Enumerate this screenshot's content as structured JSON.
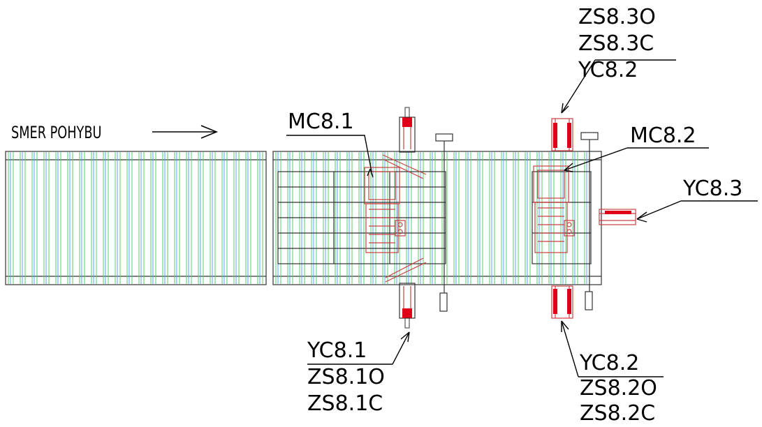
{
  "direction_label": "SMER POHYBU",
  "labels": {
    "mc81": "MC8.1",
    "mc82": "MC8.2",
    "yc83": "YC8.3",
    "top_right": [
      "ZS8.3O",
      "ZS8.3C",
      "YC8.2"
    ],
    "bottom_center": [
      "YC8.1",
      "ZS8.1O",
      "ZS8.1C"
    ],
    "bottom_right": [
      "YC8.2",
      "ZS8.2O",
      "ZS8.2C"
    ]
  },
  "colors": {
    "frame": "#333333",
    "roller_blue": "#5aa0ff",
    "roller_green": "#4fd26a",
    "device_red": "#e0001a",
    "detail_red": "#c84040",
    "leader": "#000000"
  }
}
